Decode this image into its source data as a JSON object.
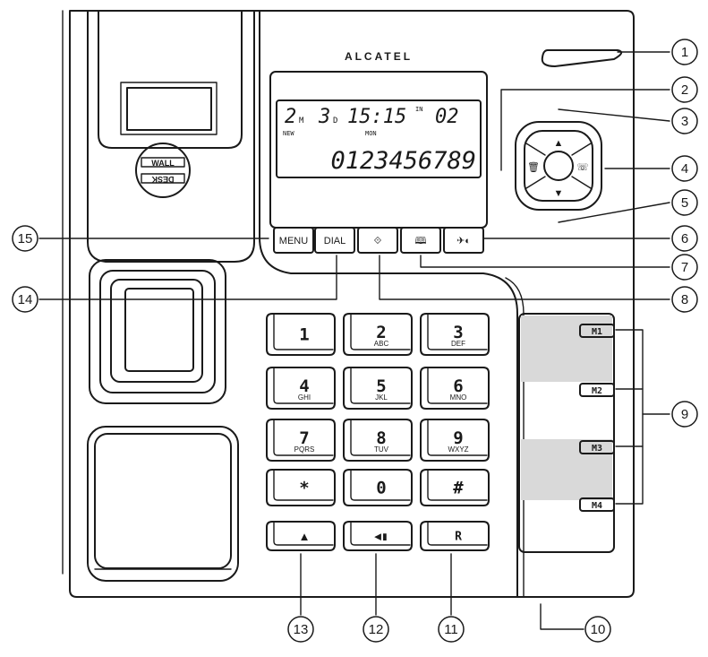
{
  "brand": "ALCATEL",
  "lcd": {
    "new_count": "2",
    "new_unit": "M",
    "day_count": "3",
    "day_unit": "D",
    "time": "15:15",
    "in_label": "IN",
    "call_index": "02",
    "new_label": "NEW",
    "mon_label": "MON",
    "number": "0123456789"
  },
  "cradle_labels": {
    "wall": "WALL",
    "desk": "DESK"
  },
  "softkeys": [
    {
      "label": "MENU"
    },
    {
      "label": "DIAL"
    },
    {
      "label": "",
      "icon": "redial-icon",
      "glyph": "⟐"
    },
    {
      "label": "",
      "icon": "phonebook-icon",
      "glyph": "🕮"
    },
    {
      "label": "",
      "icon": "mute-contrast-icon",
      "glyph": "✈◐"
    }
  ],
  "keypad": [
    {
      "main": "1",
      "sub": ""
    },
    {
      "main": "2",
      "sub": "ABC"
    },
    {
      "main": "3",
      "sub": "DEF"
    },
    {
      "main": "4",
      "sub": "GHI"
    },
    {
      "main": "5",
      "sub": "JKL"
    },
    {
      "main": "6",
      "sub": "MNO"
    },
    {
      "main": "7",
      "sub": "PQRS"
    },
    {
      "main": "8",
      "sub": "TUV"
    },
    {
      "main": "9",
      "sub": "WXYZ"
    },
    {
      "main": "*",
      "sub": ""
    },
    {
      "main": "0",
      "sub": ""
    },
    {
      "main": "#",
      "sub": ""
    },
    {
      "main": "▲",
      "sub": "",
      "icon": "intercom-icon"
    },
    {
      "main": "◀▮",
      "sub": "",
      "icon": "speaker-icon"
    },
    {
      "main": "R",
      "sub": ""
    }
  ],
  "memory_keys": [
    "M1",
    "M2",
    "M3",
    "M4"
  ],
  "callouts": [
    "1",
    "2",
    "3",
    "4",
    "5",
    "6",
    "7",
    "8",
    "9",
    "10",
    "11",
    "12",
    "13",
    "14",
    "15"
  ]
}
